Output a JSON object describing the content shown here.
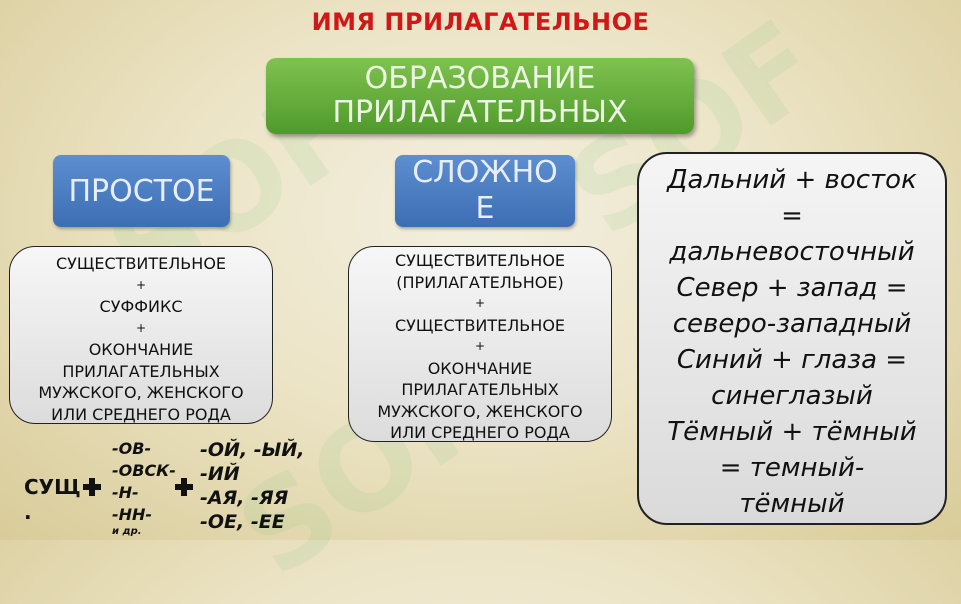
{
  "watermark": "SOF",
  "title": "ИМЯ ПРИЛАГАТЕЛЬНОЕ",
  "header": {
    "line1": "ОБРАЗОВАНИЕ",
    "line2": "ПРИЛАГАТЕЛЬНЫХ"
  },
  "simple": {
    "label": "ПРОСТОЕ"
  },
  "complex": {
    "line1": "СЛОЖНО",
    "line2": "Е"
  },
  "rule_simple": [
    "СУЩЕСТВИТЕЛЬНОЕ",
    "+",
    "СУФФИКС",
    "+",
    "ОКОНЧАНИЕ",
    "ПРИЛАГАТЕЛЬНЫХ",
    "МУЖСКОГО, ЖЕНСКОГО",
    "ИЛИ СРЕДНЕГО РОДА"
  ],
  "rule_complex": [
    "СУЩЕСТВИТЕЛЬНОЕ",
    "(ПРИЛАГАТЕЛЬНОЕ)",
    "+",
    "СУЩЕСТВИТЕЛЬНОЕ",
    "+",
    "ОКОНЧАНИЕ",
    "ПРИЛАГАТЕЛЬНЫХ",
    "МУЖСКОГО, ЖЕНСКОГО",
    "ИЛИ СРЕДНЕГО РОДА"
  ],
  "examples": [
    "Дальний + восток",
    "=",
    "дальневосточный",
    "Север + запад =",
    "северо-западный",
    "Синий + глаза =",
    "синеглазый",
    "Тёмный + тёмный",
    "= темный-",
    "тёмный"
  ],
  "formula": {
    "noun": "СУЩ",
    "noun_dot": ".",
    "suffixes": [
      "-ОВ-",
      "-ОВСК-",
      "-Н-",
      "-НН-"
    ],
    "suffix_note": "и др.",
    "endings": [
      "-ОЙ, -ЫЙ,",
      "-ИЙ",
      "-АЯ, -ЯЯ",
      "-ОЕ, -ЕЕ"
    ]
  }
}
